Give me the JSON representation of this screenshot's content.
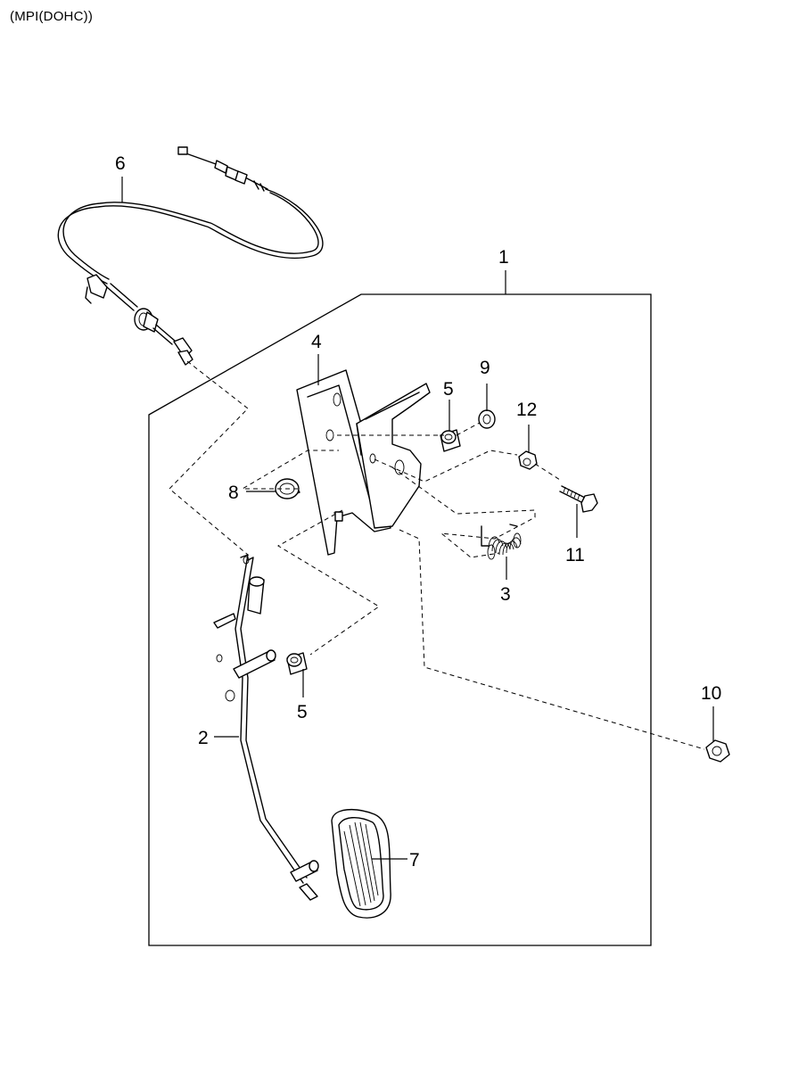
{
  "header": {
    "title": "(MPI(DOHC))"
  },
  "callouts": [
    {
      "id": "1",
      "part": "pedal-assembly"
    },
    {
      "id": "2",
      "part": "pedal-arm"
    },
    {
      "id": "3",
      "part": "return-spring"
    },
    {
      "id": "4",
      "part": "bracket"
    },
    {
      "id": "5",
      "part": "bushing-upper"
    },
    {
      "id": "5",
      "part": "bushing-lower"
    },
    {
      "id": "6",
      "part": "accelerator-cable"
    },
    {
      "id": "7",
      "part": "pedal-pad"
    },
    {
      "id": "8",
      "part": "stopper"
    },
    {
      "id": "9",
      "part": "washer"
    },
    {
      "id": "10",
      "part": "nut-lower"
    },
    {
      "id": "11",
      "part": "bolt"
    },
    {
      "id": "12",
      "part": "nut-upper"
    }
  ]
}
